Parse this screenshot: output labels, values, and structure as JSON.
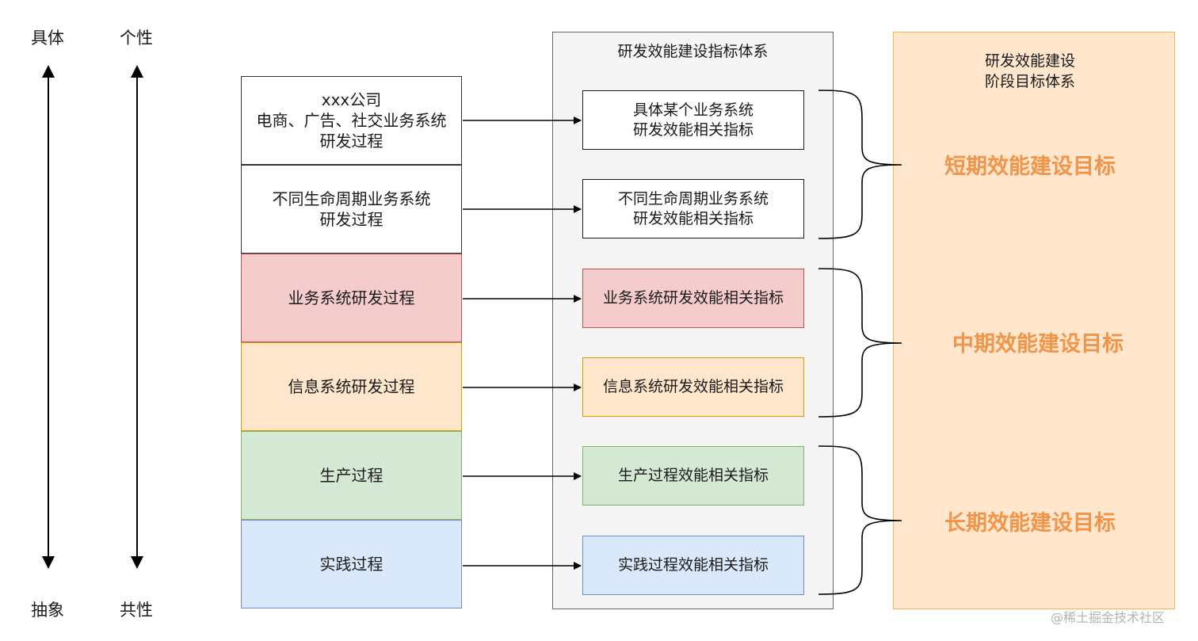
{
  "axis": {
    "concrete": "具体",
    "abstract": "抽象",
    "individual": "个性",
    "common": "共性"
  },
  "processes": [
    {
      "label": "xxx公司\n电商、广告、社交业务系统\n研发过程",
      "fill": "#ffffff",
      "stroke": "#333333"
    },
    {
      "label": "不同生命周期业务系统\n研发过程",
      "fill": "#ffffff",
      "stroke": "#333333"
    },
    {
      "label": "业务系统研发过程",
      "fill": "#f4cccc",
      "stroke": "#b85450"
    },
    {
      "label": "信息系统研发过程",
      "fill": "#fde6cc",
      "stroke": "#d79b00"
    },
    {
      "label": "生产过程",
      "fill": "#d5e8d4",
      "stroke": "#82b366"
    },
    {
      "label": "实践过程",
      "fill": "#dae8fc",
      "stroke": "#6c8ebf"
    }
  ],
  "metrics_panel": {
    "title": "研发效能建设指标体系",
    "items": [
      {
        "label": "具体某个业务系统\n研发效能相关指标",
        "fill": "#ffffff",
        "stroke": "#1a1a1a"
      },
      {
        "label": "不同生命周期业务系统\n研发效能相关指标",
        "fill": "#ffffff",
        "stroke": "#1a1a1a"
      },
      {
        "label": "业务系统研发效能相关指标",
        "fill": "#f4cccc",
        "stroke": "#b85450"
      },
      {
        "label": "信息系统研发效能相关指标",
        "fill": "#fde6cc",
        "stroke": "#d79b00"
      },
      {
        "label": "生产过程效能相关指标",
        "fill": "#d5e8d4",
        "stroke": "#82b366"
      },
      {
        "label": "实践过程效能相关指标",
        "fill": "#dae8fc",
        "stroke": "#6c8ebf"
      }
    ]
  },
  "goals_panel": {
    "title": "研发效能建设\n阶段目标体系",
    "short_term": "短期效能建设目标",
    "mid_term": "中期效能建设目标",
    "long_term": "长期效能建设目标",
    "accent": "#f0954a"
  },
  "watermark": "@稀土掘金技术社区"
}
